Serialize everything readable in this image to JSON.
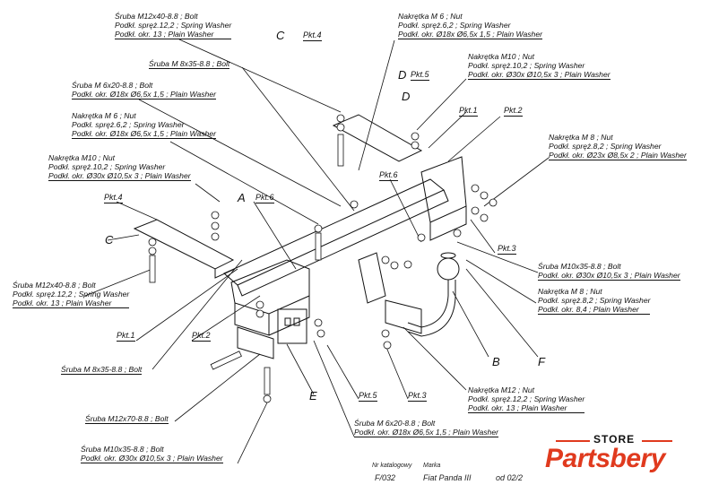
{
  "labels": {
    "top_bolt": [
      "Śruba M12x40-8.8 ; Bolt",
      "Podkł. spręż.12,2 ; Spring Washer",
      "Podkł. okr. 13 ; Plain Washer"
    ],
    "bolt_m8x35_top": [
      "Śruba M 8x35-8.8 ; Bolt"
    ],
    "bolt_m6_left": [
      "Śruba M 6x20-8.8 ; Bolt",
      "Podkł. okr. Ø18x Ø6,5x 1,5 ; Plain Washer"
    ],
    "nut_m6_left": [
      "Nakrętka M 6 ; Nut",
      "Podkł. spręż.6,2 ; Spring Washer",
      "Podkł. okr. Ø18x Ø6,5x 1,5 ; Plain Washer"
    ],
    "nut_m10_left": [
      "Nakrętka M10 ; Nut",
      "Podkł. spręż.10,2 ; Spring Washer",
      "Podkł. okr. Ø30x Ø10,5x 3 ; Plain Washer"
    ],
    "nut_m6_top": [
      "Nakrętka M 6 ; Nut",
      "Podkł. spręż.6,2 ; Spring Washer",
      "Podkł. okr. Ø18x Ø6,5x 1,5 ; Plain Washer"
    ],
    "nut_m10_top": [
      "Nakrętka M10 ; Nut",
      "Podkł. spręż.10,2 ; Spring Washer",
      "Podkł. okr. Ø30x Ø10,5x 3 ; Plain Washer"
    ],
    "nut_m8_right": [
      "Nakrętka M 8 ; Nut",
      "Podkł. spręż.8,2 ; Spring Washer",
      "Podkł. okr. Ø23x Ø8,5x 2 ; Plain Washer"
    ],
    "bolt_m10x35_right": [
      "Śruba M10x35-8.8 ; Bolt",
      "Podkł. okr. Ø30x Ø10,5x 3 ; Plain Washer"
    ],
    "nut_m8_right2": [
      "Nakrętka M 8 ; Nut",
      "Podkł. spręż.8,2 ; Spring Washer",
      "Podkł. okr. 8,4 ; Plain Washer"
    ],
    "bolt_m12x40_left": [
      "Śruba M12x40-8.8 ; Bolt",
      "Podkł. spręż.12,2 ; Spring Washer",
      "Podkł. okr. 13 ; Plain Washer"
    ],
    "bolt_m8x35_bottom": [
      "Śruba M 8x35-8.8 ; Bolt"
    ],
    "bolt_m12x70": [
      "Śruba M12x70-8.8 ; Bolt"
    ],
    "bolt_m10x35_bottom": [
      "Śruba M10x35-8.8 ; Bolt",
      "Podkł. okr. Ø30x Ø10,5x 3 ; Plain Washer"
    ],
    "bolt_m6_bottom": [
      "Śruba M 6x20-8.8 ; Bolt",
      "Podkł. okr. Ø18x Ø6,5x 1,5 ; Plain Washer"
    ],
    "nut_m12": [
      "Nakrętka M12 ; Nut",
      "Podkł. spręż.12,2 ; Spring Washer",
      "Podkł. okr. 13 ; Plain Washer"
    ]
  },
  "pkts": {
    "pkt4_top": "Pkt.4",
    "pkt5_top": "Pkt.5",
    "pkt1_top": "Pkt.1",
    "pkt2_top": "Pkt.2",
    "pkt6_mid": "Pkt.6",
    "pkt4_left": "Pkt.4",
    "pkt6_left": "Pkt.6",
    "pkt3_right": "Pkt.3",
    "pkt1_left": "Pkt.1",
    "pkt2_left": "Pkt.2",
    "pkt5_bottom": "Pkt.5",
    "pkt3_bottom": "Pkt.3"
  },
  "letters": {
    "c_top": "C",
    "d_top": "D",
    "d_mid": "D",
    "c_left": "C",
    "a_left": "A",
    "b_bottom": "B",
    "f_bottom": "F",
    "e_bottom": "E"
  },
  "footer": {
    "catalog_label": "Nr katalogowy",
    "catalog_value": "F/032",
    "brand_label": "Marka",
    "brand_value": "Fiat Panda III",
    "from_value": "od 02/2"
  },
  "logo": {
    "store": "STORE",
    "name": "Partsbery",
    "color": "#e03a1e"
  }
}
